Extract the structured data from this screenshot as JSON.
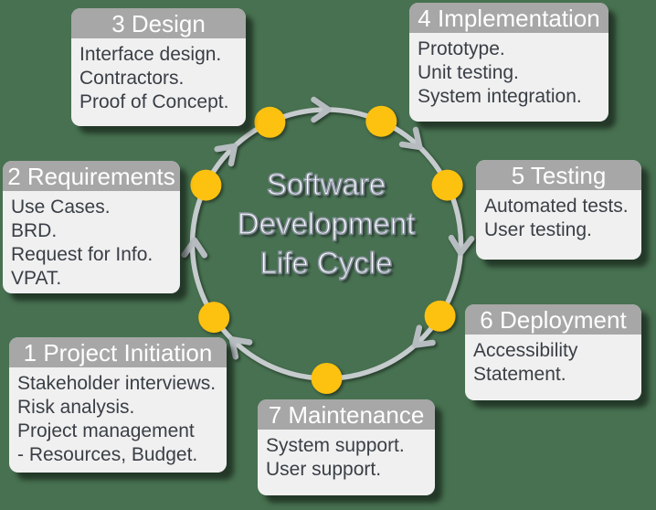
{
  "diagram_title": "Software Development Life Cycle",
  "center": {
    "lines": [
      "Software",
      "Development",
      "Life Cycle"
    ]
  },
  "colors": {
    "bg": "#477150",
    "header_bg": "#a7a7a7",
    "body_bg": "#f0f0f0",
    "header_text": "#ffffff",
    "body_text": "#3a3f46",
    "circle": "#c6cbcd",
    "arrow": "#b6bcc0",
    "dot": "#fdc110",
    "center_fill": "#fdfeff",
    "center_outline": "#8d96a2"
  },
  "stages": [
    {
      "number": "1",
      "title": "1 Project Initiation",
      "body": "Stakeholder interviews.\nRisk analysis.\nProject management\n- Resources, Budget."
    },
    {
      "number": "2",
      "title": "2 Requirements",
      "body": "Use Cases.\nBRD.\nRequest for Info.\nVPAT."
    },
    {
      "number": "3",
      "title": "3 Design",
      "body": "Interface design.\nContractors.\nProof of Concept."
    },
    {
      "number": "4",
      "title": "4 Implementation",
      "body": "Prototype.\nUnit testing.\nSystem integration."
    },
    {
      "number": "5",
      "title": "5 Testing",
      "body": "Automated tests.\nUser testing."
    },
    {
      "number": "6",
      "title": "6 Deployment",
      "body": "Accessibility\nStatement."
    },
    {
      "number": "7",
      "title": "7 Maintenance",
      "body": "System support.\nUser support."
    }
  ]
}
